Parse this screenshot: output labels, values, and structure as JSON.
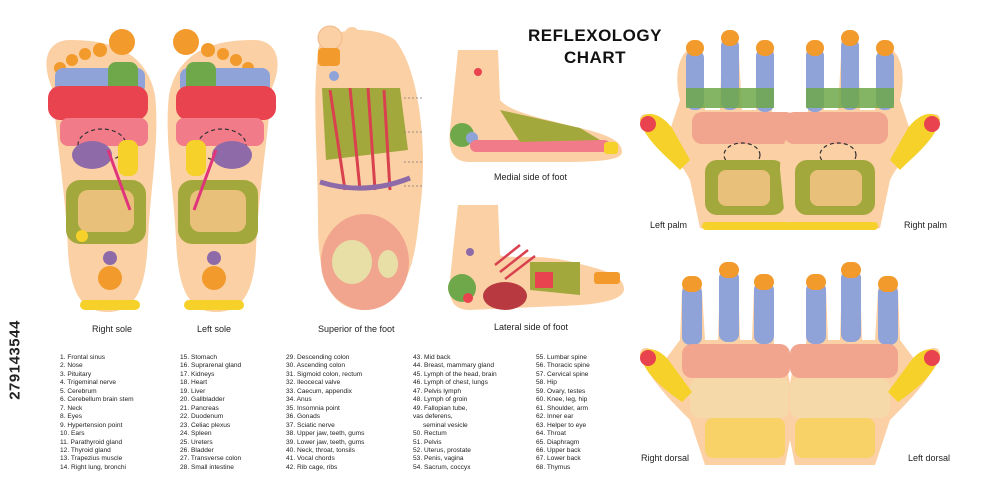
{
  "title": {
    "line1": "REFLEXOLOGY",
    "line2": "CHART"
  },
  "stock_id": "279143544",
  "captions": {
    "right_sole": "Right sole",
    "left_sole": "Left sole",
    "superior_foot": "Superior of the foot",
    "medial_foot": "Medial side of foot",
    "lateral_foot": "Lateral side of foot",
    "left_palm": "Left palm",
    "right_palm": "Right palm",
    "right_dorsal": "Right dorsal",
    "left_dorsal": "Left dorsal"
  },
  "legend": [
    [
      "1. Frontal sinus",
      "2. Nose",
      "3. Pituitary",
      "4. Trigeminal nerve",
      "5. Cerebrum",
      "6. Cerebellum brain stem",
      "7. Neck",
      "8. Eyes",
      "9. Hypertension point",
      "10. Ears",
      "11. Parathyroid gland",
      "12. Thyroid gland",
      "13. Trapezius muscle",
      "14. Right lung, bronchi"
    ],
    [
      "15. Stomach",
      "16. Suprarenal gland",
      "17. Kidneys",
      "18. Heart",
      "19. Liver",
      "20. Gallbladder",
      "21. Pancreas",
      "22. Duodenum",
      "23. Celiac plexus",
      "24. Spleen",
      "25. Ureters",
      "26. Bladder",
      "27. Transverse colon",
      "28. Small intestine"
    ],
    [
      "29. Descending colon",
      "30. Ascending colon",
      "31. Sigmoid colon, rectum",
      "32. Ileocecal valve",
      "33. Caecum, appendix",
      "34. Anus",
      "35. Insomnia point",
      "36. Gonads",
      "37. Sciatic nerve",
      "38. Upper jaw, teeth, gums",
      "39. Lower jaw, teeth, gums",
      "40. Neck, throat, tonsils",
      "41. Vocal chords",
      "42. Rib cage, ribs"
    ],
    [
      "43. Mid back",
      "44. Breast, mammary gland",
      "45. Lymph of the head, brain",
      "46. Lymph of chest, lungs",
      "47. Pelvis lymph",
      "48. Lymph of groin",
      "49. Fallopian tube,",
      "vas deferens,",
      "seminal vesicle",
      "50. Rectum",
      "51. Pelvis",
      "52. Uterus, prostate",
      "53. Penis, vagina",
      "54. Sacrum, coccyx"
    ],
    [
      "55. Lumbar spine",
      "56. Thoracic spine",
      "57. Cervical spine",
      "58. Hip",
      "59. Ovary, testes",
      "60. Knee, leg, hip",
      "61. Shoulder, arm",
      "62. Inner ear",
      "63. Helper to eye",
      "64. Throat",
      "65. Diaphragm",
      "66. Upper back",
      "67. Lower back",
      "68. Thymus"
    ]
  ],
  "colors": {
    "skin": "#fbd0a4",
    "zone_red": "#e8434f",
    "zone_pink": "#f27b8a",
    "zone_olive": "#a3a83c",
    "zone_orange": "#f29a2b",
    "zone_yellow": "#f5d12a",
    "zone_blue": "#8fa3d9",
    "zone_green": "#6ea84a",
    "zone_purple": "#8e6ba8"
  }
}
